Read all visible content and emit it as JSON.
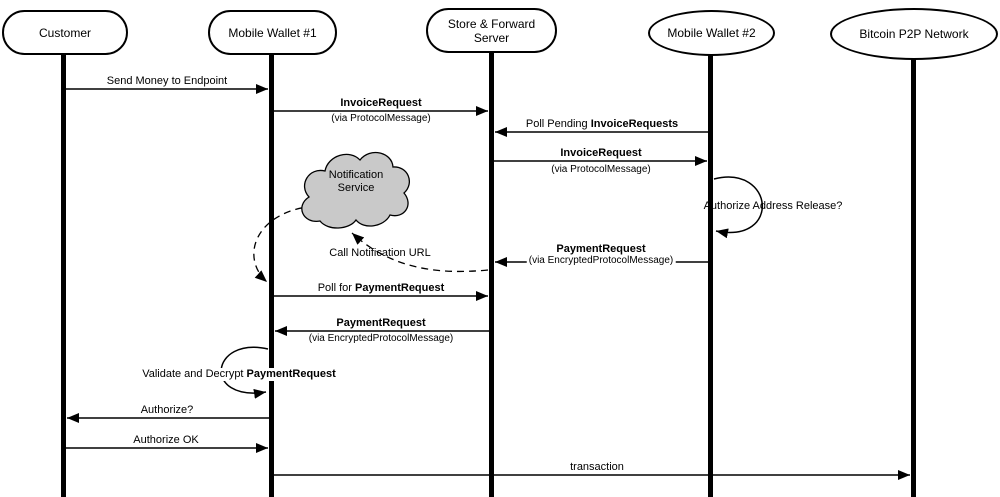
{
  "diagram": {
    "type": "sequence-diagram",
    "topic": "Bitcoin payment protocol message flow"
  },
  "actors": [
    {
      "name": "Customer"
    },
    {
      "name": "Mobile Wallet #1"
    },
    {
      "name": "Store & Forward Server"
    },
    {
      "name": "Mobile Wallet #2"
    },
    {
      "name": "Bitcoin P2P Network"
    }
  ],
  "cloud": {
    "line1": "Notification",
    "line2": "Service"
  },
  "messages": [
    {
      "pre": "Send Money to Endpoint",
      "bold": "",
      "sub": ""
    },
    {
      "pre": "",
      "bold": "InvoiceRequest",
      "sub": "(via ProtocolMessage)"
    },
    {
      "pre": "Poll Pending ",
      "bold": "InvoiceRequests",
      "sub": ""
    },
    {
      "pre": "",
      "bold": "InvoiceRequest",
      "sub": "(via ProtocolMessage)"
    },
    {
      "pre": "Authorize Address Release?",
      "bold": "",
      "sub": ""
    },
    {
      "pre": "",
      "bold": "PaymentRequest",
      "sub": "(via EncryptedProtocolMessage)"
    },
    {
      "pre": "Call Notification URL",
      "bold": "",
      "sub": ""
    },
    {
      "pre": "Poll for ",
      "bold": "PaymentRequest",
      "sub": ""
    },
    {
      "pre": "",
      "bold": "PaymentRequest",
      "sub": "(via EncryptedProtocolMessage)"
    },
    {
      "pre": "Validate and Decrypt ",
      "bold": "PaymentRequest",
      "sub": ""
    },
    {
      "pre": "Authorize?",
      "bold": "",
      "sub": ""
    },
    {
      "pre": "Authorize OK",
      "bold": "",
      "sub": ""
    },
    {
      "pre": "transaction",
      "bold": "",
      "sub": ""
    }
  ],
  "colors": {
    "line": "#000000",
    "cloud_fill": "#c9c9c9",
    "background": "#ffffff"
  }
}
